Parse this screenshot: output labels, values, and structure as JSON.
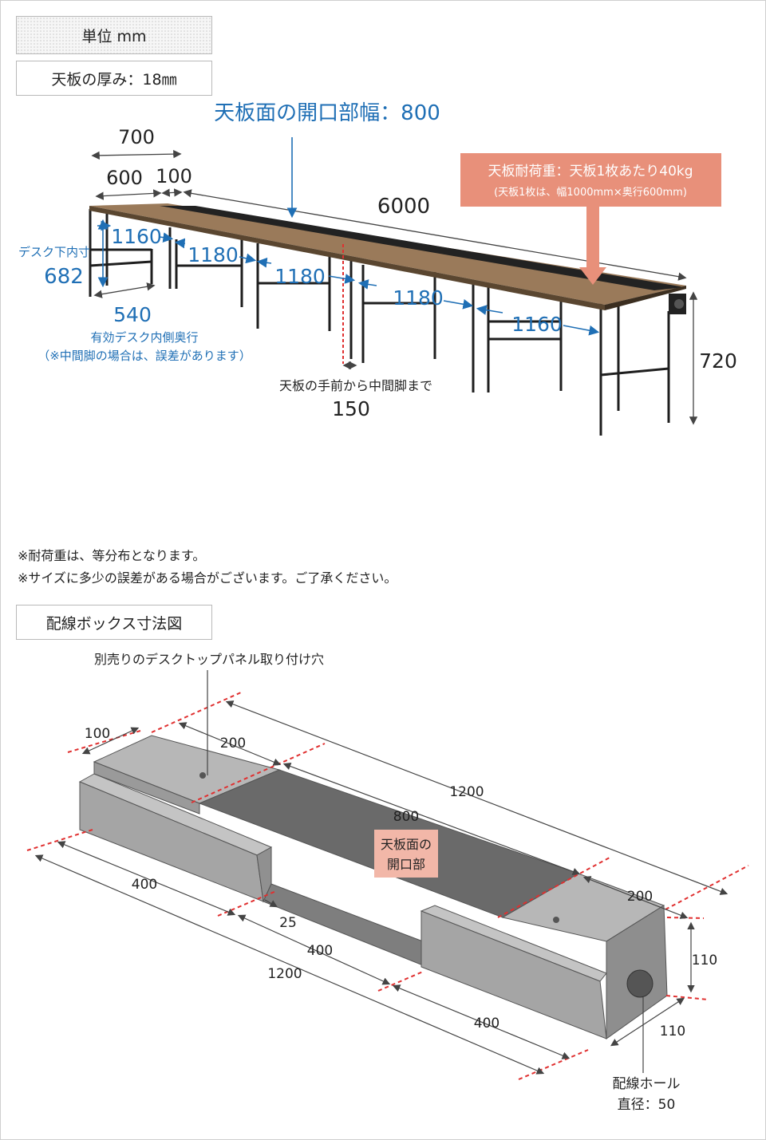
{
  "header": {
    "unit_label": "単位 mm",
    "thickness_label": "天板の厚み：18㎜"
  },
  "desk": {
    "opening_width": "天板面の開口部幅：800",
    "load_title": "天板耐荷重：天板1枚あたり40kg",
    "load_sub": "(天板1枚は、幅1000mm×奥行600mm)",
    "dim_700": "700",
    "dim_600": "600",
    "dim_100": "100",
    "dim_6000": "6000",
    "leg_gaps": [
      "1160",
      "1180",
      "1180",
      "1180",
      "1160"
    ],
    "under_label": "デスク下内寸",
    "under_value": "682",
    "depth_value": "540",
    "depth_label": "有効デスク内側奥行",
    "depth_note": "（※中間脚の場合は、誤差があります）",
    "middle_leg_label": "天板の手前から中間脚まで",
    "middle_leg_value": "150",
    "height_value": "720"
  },
  "notes": [
    "※耐荷重は、等分布となります。",
    "※サイズに多少の誤差がある場合がございます。ご了承ください。"
  ],
  "cable_box": {
    "title": "配線ボックス寸法図",
    "panel_hole_label": "別売りのデスクトップパネル取り付け穴",
    "opening_label_1": "天板面の",
    "opening_label_2": "開口部",
    "dim_100": "100",
    "dim_200_left": "200",
    "dim_1200_top": "1200",
    "dim_800": "800",
    "dim_200_right": "200",
    "dim_110_h": "110",
    "dim_110_w": "110",
    "dim_400_left": "400",
    "dim_25": "25",
    "dim_400_mid": "400",
    "dim_1200_bottom": "1200",
    "dim_400_right": "400",
    "hole_label_1": "配線ホール",
    "hole_label_2": "直径：50"
  },
  "colors": {
    "accent_blue": "#1f6fb5",
    "callout_salmon": "#e8907a",
    "opening_pink": "#f2b7a8",
    "guide_red": "#e03030",
    "wood": "#9a7a5a",
    "frame_black": "#1e1e1e",
    "box_gray": "#a9a9a9",
    "box_dark": "#6e6e6e"
  }
}
